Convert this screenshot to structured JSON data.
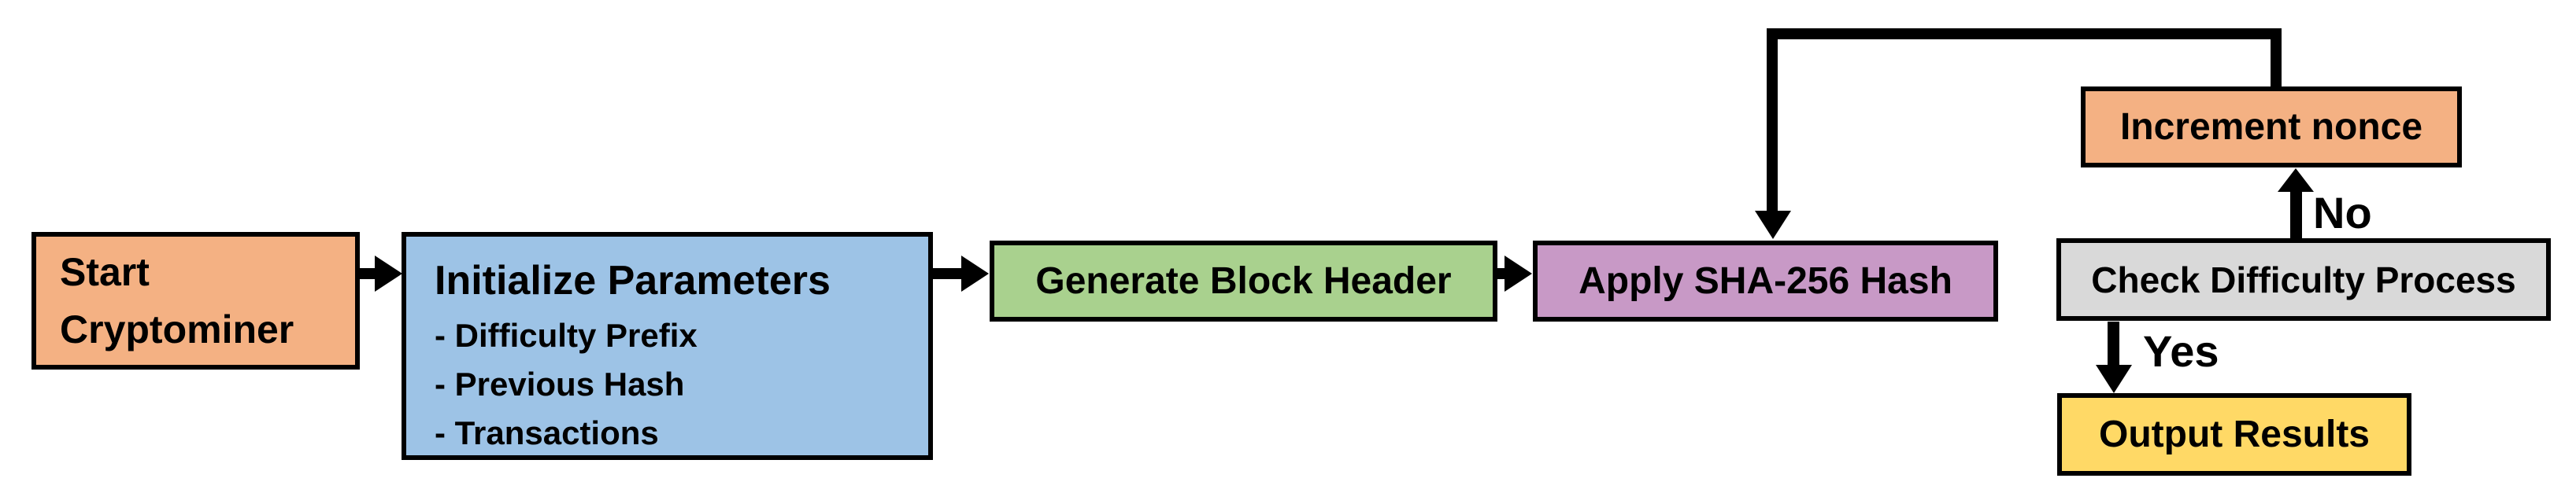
{
  "diagram": {
    "type": "flowchart",
    "background": "#ffffff",
    "line_color": "#000000",
    "text_color": "#000000",
    "nodes": {
      "start": {
        "label": "Start\nCryptominer",
        "color": "#F4B183"
      },
      "initialize": {
        "title": "Initialize Parameters",
        "bullets": [
          "- Difficulty Prefix",
          "- Previous Hash",
          "- Transactions"
        ],
        "color": "#9DC3E6"
      },
      "generate": {
        "label": "Generate Block Header",
        "color": "#A9D18E"
      },
      "hash": {
        "label": "Apply SHA-256 Hash",
        "color": "#C899C6"
      },
      "check": {
        "label": "Check Difficulty Process",
        "color": "#D9D9D9"
      },
      "increment": {
        "label": "Increment nonce",
        "color": "#F4B183"
      },
      "output": {
        "label": "Output Results",
        "color": "#FFD966"
      }
    },
    "edges": {
      "no_label": "No",
      "yes_label": "Yes"
    }
  }
}
